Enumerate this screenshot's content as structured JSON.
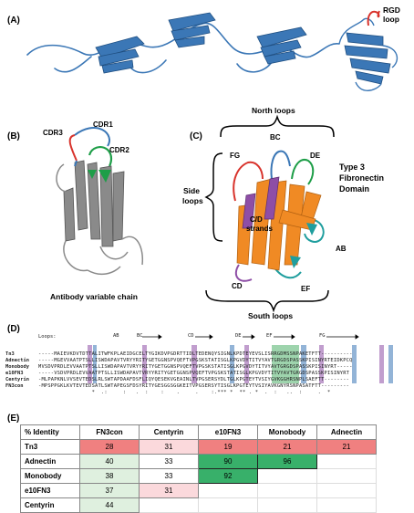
{
  "panels": {
    "a": "(A)",
    "b": "(B)",
    "c": "(C)",
    "d": "(D)",
    "e": "(E)"
  },
  "panel_a": {
    "rgd_loop": "RGD loop"
  },
  "panel_b": {
    "cdr1": "CDR1",
    "cdr2": "CDR2",
    "cdr3": "CDR3",
    "caption": "Antibody variable chain"
  },
  "panel_c": {
    "north_loops": "North loops",
    "south_loops": "South loops",
    "side_loops_line1": "Side",
    "side_loops_line2": "loops",
    "fg": "FG",
    "bc": "BC",
    "de": "DE",
    "cd_strands_line1": "C/D",
    "cd_strands_line2": "strands",
    "ab": "AB",
    "cd": "CD",
    "ef": "EF",
    "domain_line1": "Type 3",
    "domain_line2": "Fibronectin",
    "domain_line3": "Domain"
  },
  "panel_d": {
    "loops_label": "Loops:",
    "loop_markers": [
      "AB",
      "BC",
      "CD",
      "DE",
      "EF",
      "FG"
    ],
    "rows": [
      {
        "name": "Tn3",
        "seq": "-----MAIEVKDVTDTTALITWFKPLAEIDGCELTYGIKDVPGDRTTIDLTEDENQYSIGNLKPDTEYEVSLISRRGDMSSNPAKETFTT----------"
      },
      {
        "name": "Adnectin",
        "seq": "-----MGEVVAATPTSLLISWDAPAVTVRYYRITYGETGGNSPVQEFTVPGSKSTATISGLKPGVDYTITVYAVTGRGDSPASSKPISINYRTEIDKPCQ"
      },
      {
        "name": "Monobody",
        "seq": "MVSDVPRDLEVVAATPTSLLISWDAPAVTVRYYRITYGETGGNSPVQEFTVPGSKSTATISGLKPGVDYTITVYAVTGRGDSPASSKPISINYRT-----"
      },
      {
        "name": "e10FN3",
        "seq": "-----VSDVPRDLEVVAATPTSLLISWDAPAVTVRYYRITYGETGGNSPVQEFTVPGSKSTATISGLKPGVDYTITVYAVTGRGDSPASSKPISINYRT"
      },
      {
        "name": "Centyrin",
        "seq": "-MLPAPKNLVVSEVTEDSLRLSWTAPDAAFDSFLIQYQESEKVGEAINLTVPGSERSYDLTGLKPGTEYTVSIYGVKGGHRSNPLSAEFTT--------"
      },
      {
        "name": "FN3con",
        "seq": "-MPSPPGKLKVTEVTEDSATLSWTAPEGSFDSYRITYGESGGSGGKEITVPGSERSYTISGLKPGTEYTVSIYAVKGNYRSNPASATFTT---------"
      }
    ],
    "consensus": "                 *  .:     :   .  :    :    .     .    :.*** *  ** . *  .  :   ..  :     .  *"
  },
  "panel_e": {
    "corner": "% Identity",
    "columns": [
      "FN3con",
      "Centyrin",
      "e10FN3",
      "Monobody",
      "Adnectin"
    ],
    "rows": [
      {
        "name": "Tn3",
        "cells": [
          "28",
          "31",
          "19",
          "21",
          "21"
        ]
      },
      {
        "name": "Adnectin",
        "cells": [
          "40",
          "33",
          "90",
          "96",
          ""
        ]
      },
      {
        "name": "Monobody",
        "cells": [
          "38",
          "33",
          "92",
          "",
          ""
        ]
      },
      {
        "name": "e10FN3",
        "cells": [
          "37",
          "31",
          "",
          "",
          ""
        ]
      },
      {
        "name": "Centyrin",
        "cells": [
          "44",
          "",
          "",
          "",
          ""
        ]
      }
    ]
  },
  "colors": {
    "blue_ribbon": "#3b77b6",
    "grey_ribbon": "#8a8a8a",
    "orange_ribbon": "#f08a24",
    "purple": "#8e4ea6",
    "teal": "#1f9e9e",
    "red_loop": "#d8332c",
    "green": "#1e9e48",
    "cell_red": "#f08080",
    "cell_pink": "#fbd9dc",
    "cell_green": "#38b06a",
    "cell_light_green": "#dff0df"
  }
}
